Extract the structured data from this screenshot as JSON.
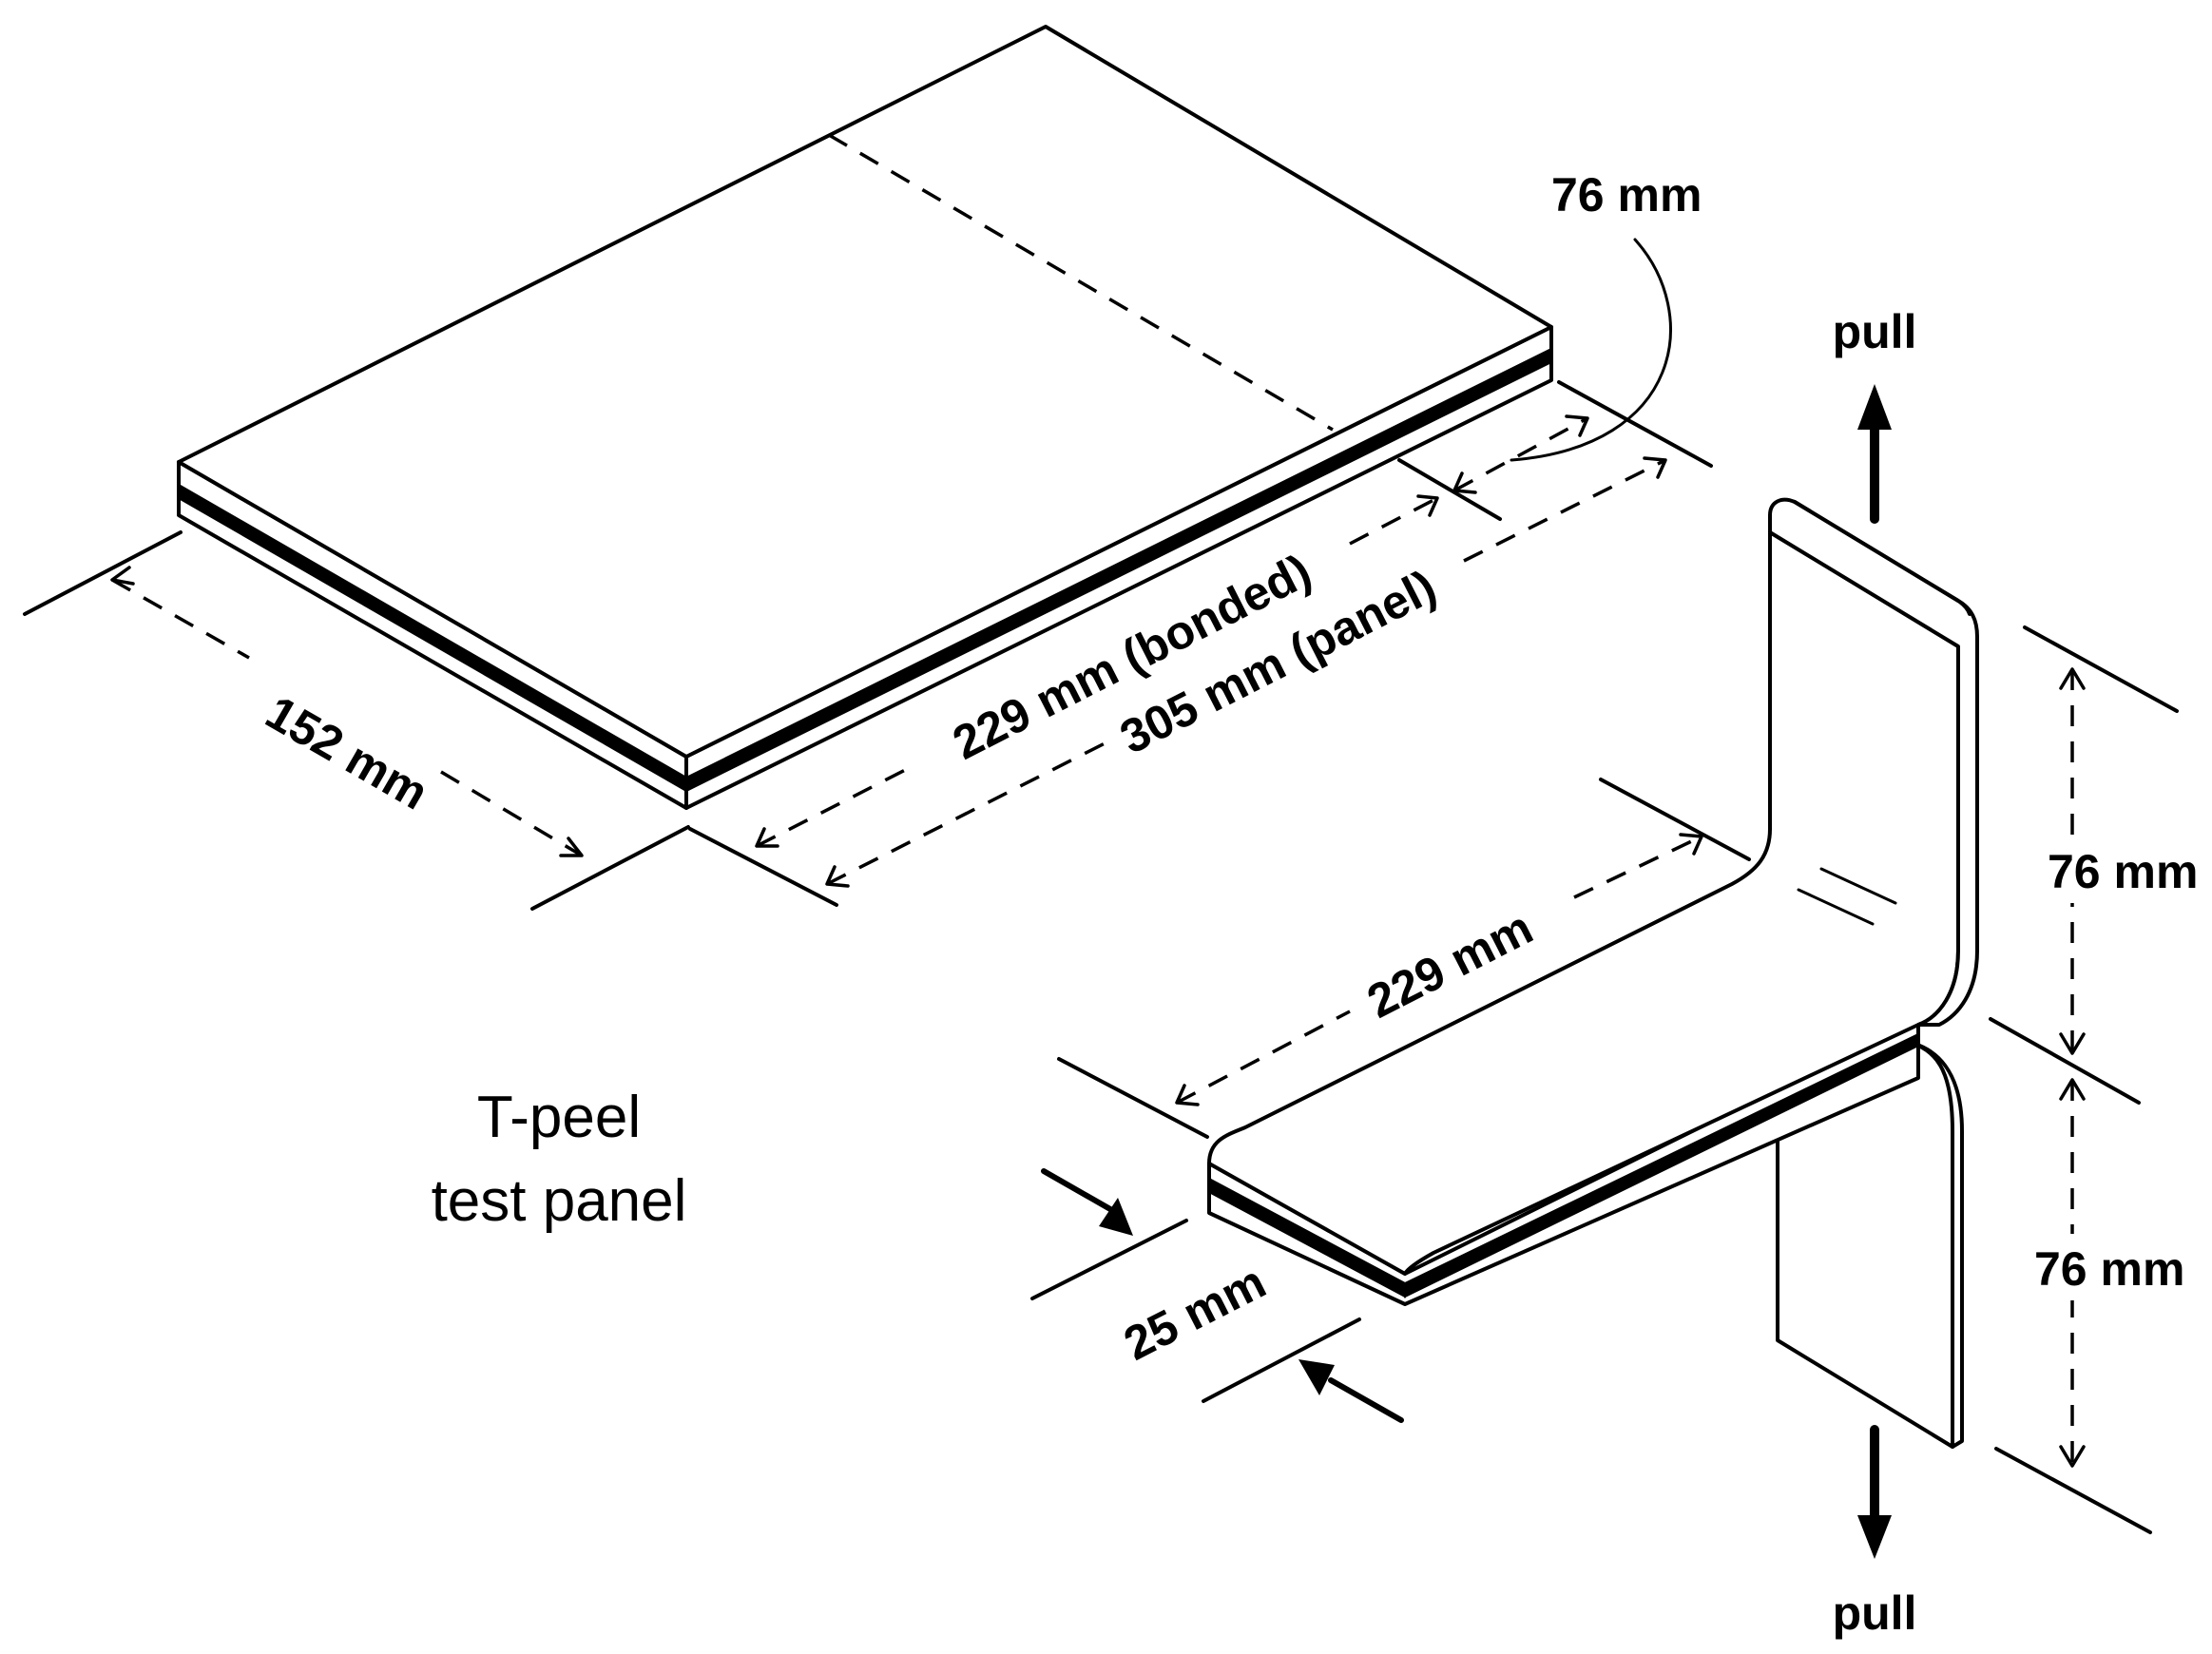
{
  "caption": {
    "line1": "T-peel",
    "line2": "test panel"
  },
  "panel_dimensions": {
    "width": "152 mm",
    "bonded_length": "229 mm (bonded)",
    "panel_length": "305 mm (panel)",
    "unbonded_length": "76 mm"
  },
  "specimen_dimensions": {
    "bonded_length": "229 mm",
    "width": "25 mm",
    "upper_arm": "76 mm",
    "lower_arm": "76 mm"
  },
  "loads": {
    "top": "pull",
    "bottom": "pull"
  }
}
